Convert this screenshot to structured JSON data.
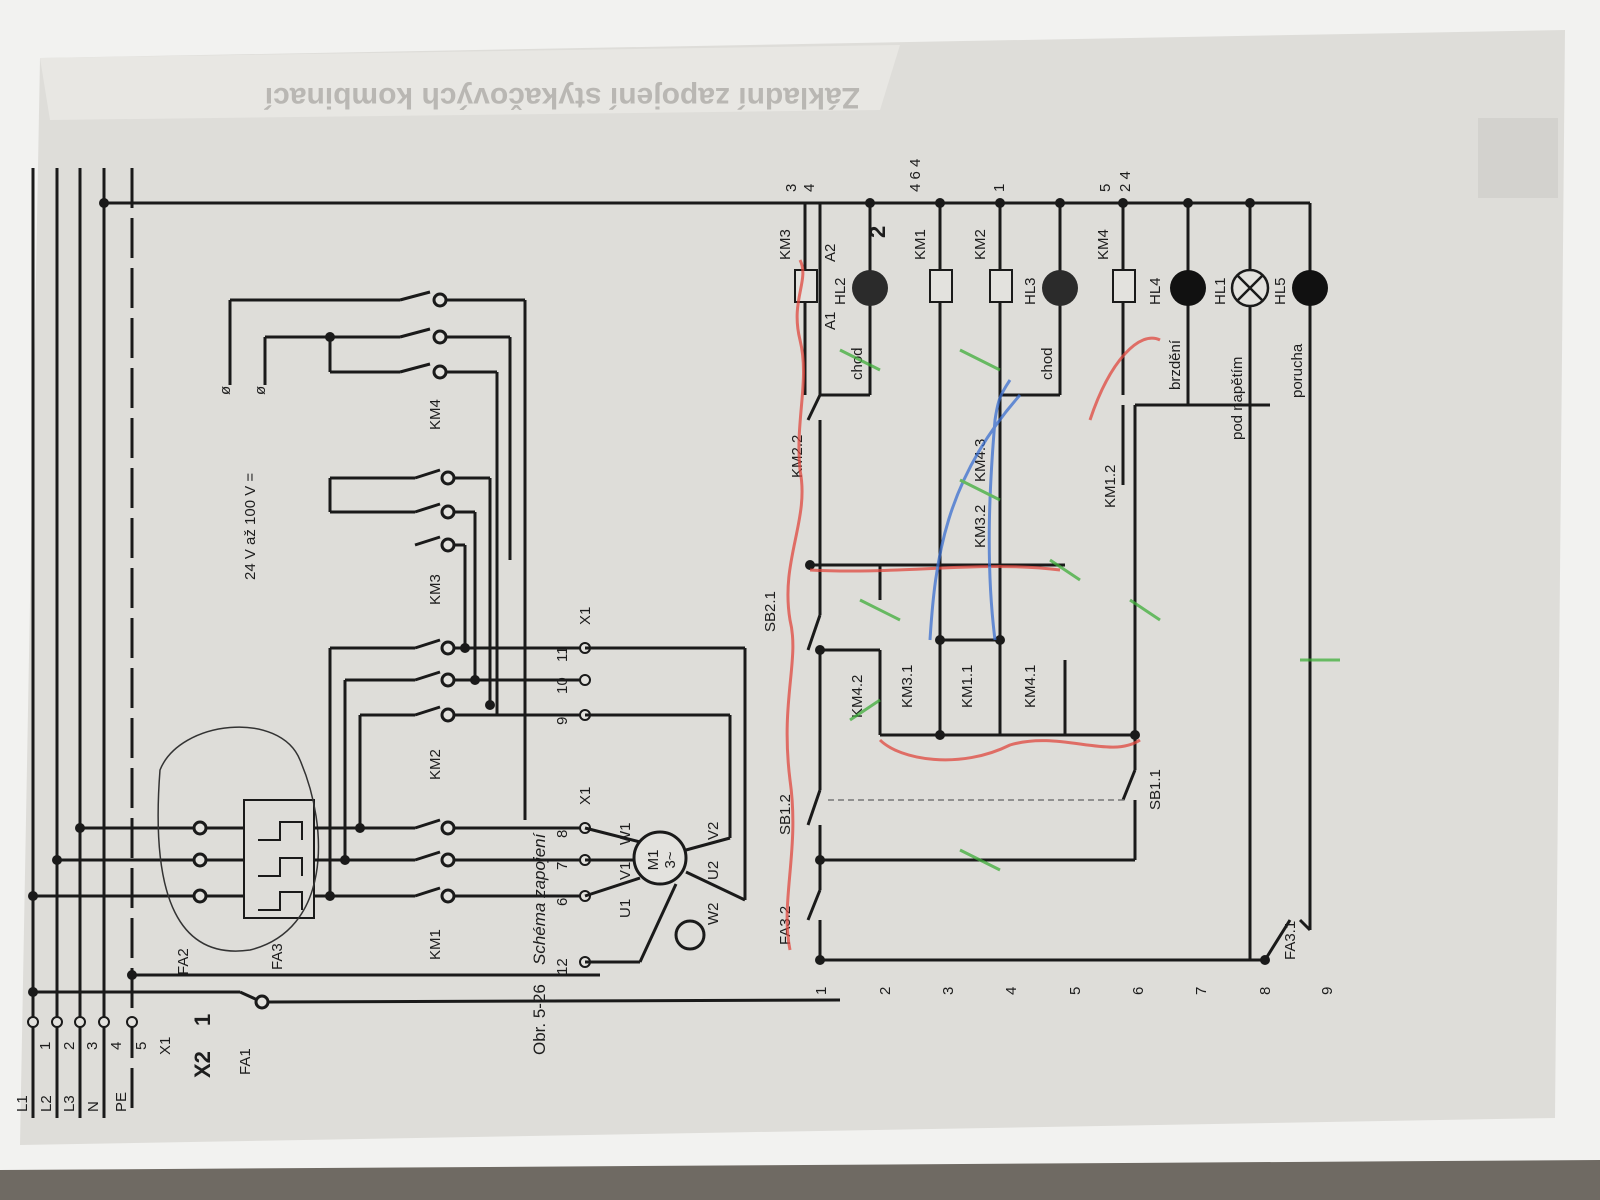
{
  "page_heading": "Základní zapojení stykačových kombinací",
  "caption_number": "Obr. 5-26",
  "caption_title": "Schéma zapojení",
  "supply_voltage": "24 V až 100 V =",
  "busbars": [
    {
      "name": "L1",
      "num": "1"
    },
    {
      "name": "L2",
      "num": "2"
    },
    {
      "name": "L3",
      "num": "3"
    },
    {
      "name": "N",
      "num": "4"
    },
    {
      "name": "PE",
      "num": "5"
    }
  ],
  "handwritten": [
    "X2",
    "1",
    "2"
  ],
  "terminals": {
    "x1_a": "X1",
    "x1_b": "X1",
    "x1_c": "X1",
    "n6": "6",
    "n7": "7",
    "n8": "8",
    "n9": "9",
    "n10": "10",
    "n11": "11",
    "n12": "12"
  },
  "motor": {
    "name": "M1",
    "phase": "3~",
    "u1": "U1",
    "v1": "V1",
    "w1": "W1",
    "u2": "U2",
    "v2": "V2",
    "w2": "W2"
  },
  "power": {
    "fa1": "FA1",
    "fa2": "FA2",
    "fa3": "FA3",
    "km1": "KM1",
    "km2": "KM2",
    "km3": "KM3",
    "km4": "KM4"
  },
  "control_lines": [
    "1",
    "2",
    "3",
    "4",
    "5",
    "6",
    "7",
    "8",
    "9"
  ],
  "control": {
    "sb21": "SB2.1",
    "sb12": "SB1.2",
    "fa32": "FA3.2",
    "sb11": "SB1.1",
    "fa31": "FA3.1",
    "km42": "KM4.2",
    "km31": "KM3.1",
    "km11": "KM1.1",
    "km41": "KM4.1",
    "km22": "KM2.2",
    "km32": "KM3.2",
    "km43": "KM4.3",
    "km12": "KM1.2"
  },
  "coils": {
    "km3": "KM3",
    "km1": "KM1",
    "km2": "KM2",
    "km4": "KM4",
    "a1": "A1",
    "a2": "A2"
  },
  "lamps": {
    "hl2": "HL2",
    "hl3": "HL3",
    "hl4": "HL4",
    "hl1": "HL1",
    "hl5": "HL5"
  },
  "lamp_labels": {
    "run1": "chod",
    "run2": "chod",
    "brake": "brzdění",
    "voltage": "pod napětím",
    "fault": "porucha"
  },
  "cross_refs": {
    "r1": "3",
    "r1b": "4",
    "r2": "4 6 4",
    "r3": "1",
    "r4": "5",
    "r4b": "2 4"
  },
  "colors": {
    "paper": "#e3e2de",
    "ink": "#1a1a1a",
    "red_marker": "#e0483f",
    "green_marker": "#3fae3a",
    "blue_marker": "#3a6fd0"
  }
}
